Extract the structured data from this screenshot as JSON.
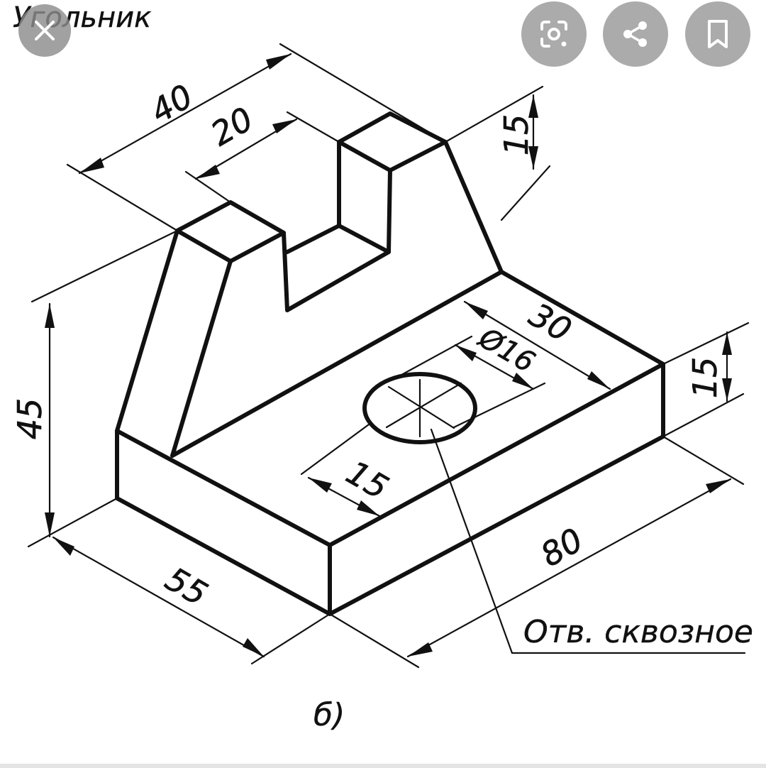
{
  "drawing": {
    "title": "Угольник",
    "caption": "б)",
    "note": "Отв. сквозное",
    "dimensions": {
      "top_width": "40",
      "slot_width": "20",
      "upright_height": "15",
      "total_height": "45",
      "slot_depth": "30",
      "hole_diameter": "Ø16",
      "hole_offset": "15",
      "base_height": "15",
      "base_width": "55",
      "base_length": "80"
    }
  },
  "toolbar": {
    "close_icon": "close-icon",
    "lens_icon": "lens-search-icon",
    "share_icon": "share-icon",
    "bookmark_icon": "bookmark-icon"
  },
  "colors": {
    "button_bg": "#ababab",
    "icon": "#ffffff",
    "ink": "#111111"
  }
}
